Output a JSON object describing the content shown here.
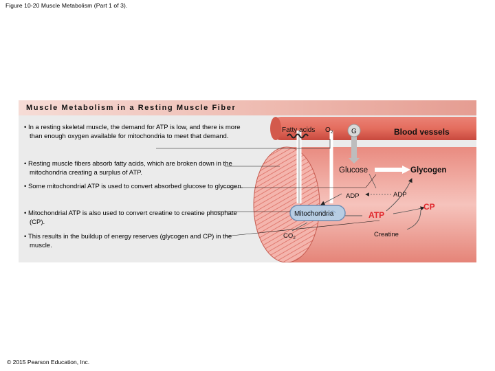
{
  "figure_caption": "Figure 10-20 Muscle Metabolism (Part 1 of 3).",
  "copyright": "© 2015 Pearson Education, Inc.",
  "panel": {
    "title": "Muscle Metabolism in a Resting Muscle Fiber",
    "bullets": [
      "In a resting skeletal muscle, the demand for ATP is low, and there is more than enough oxygen available for mitochondria to meet that demand.",
      "Resting muscle fibers absorb fatty acids, which are broken down in the mitochondria creating a surplus of ATP.",
      "Some mitochondrial ATP is used to convert absorbed glucose to glycogen.",
      "Mitochondrial ATP is also used to convert creatine to creatine phosphate (CP).",
      "This results in the buildup of energy reserves (glycogen and CP) in the muscle."
    ]
  },
  "diagram": {
    "fatty_acids": "Fatty acids",
    "o2": "O",
    "o2_sub": "2",
    "g": "G",
    "blood_vessels": "Blood vessels",
    "glucose": "Glucose",
    "glycogen": "Glycogen",
    "adp_left": "ADP",
    "adp_right": "ADP",
    "cp": "CP",
    "mitochondria": "Mitochondria",
    "atp": "ATP",
    "co2": "CO",
    "co2_sub": "2",
    "creatine": "Creatine"
  },
  "colors": {
    "muscle_fill": "#f4b5ad",
    "vessel_fill": "#e46d5e",
    "mitochondria_fill": "#b7cde3",
    "atp_red": "#e0262b",
    "arrow_gray": "#8c8c8c"
  }
}
